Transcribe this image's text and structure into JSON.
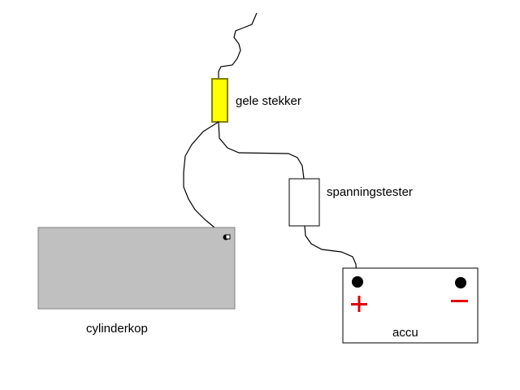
{
  "diagram": {
    "components": {
      "yellow_plug": {
        "label": "gele stekker",
        "fill": "#ffff00",
        "stroke": "#808000"
      },
      "voltage_tester": {
        "label": "spanningstester",
        "fill": "#ffffff",
        "stroke": "#000000"
      },
      "cylinder_head": {
        "label": "cylinderkop",
        "fill": "#c0c0c0",
        "stroke": "#808080"
      },
      "battery": {
        "label": "accu",
        "fill": "#ffffff",
        "stroke": "#000000",
        "positive_symbol": "+",
        "negative_symbol": "−",
        "terminal_symbol_color": "#e00000"
      }
    },
    "wire_color": "#000000"
  }
}
